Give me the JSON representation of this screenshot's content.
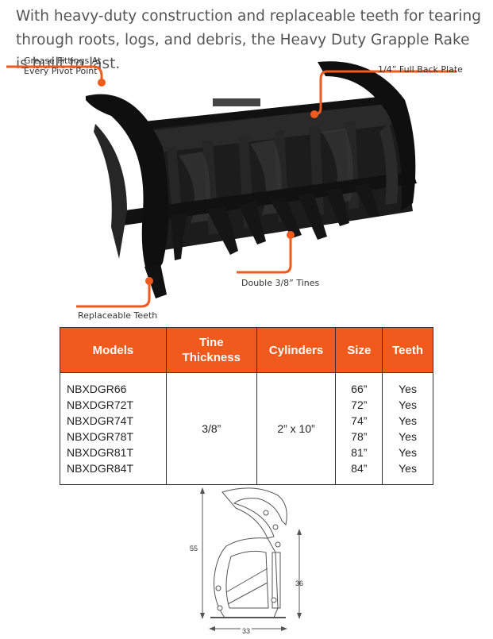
{
  "intro_text": "With heavy-duty construction and replaceable teeth for tearing through roots, logs, and debris, the Heavy Duty Grapple Rake is built to last.",
  "callouts": {
    "grease": [
      "Grease Fittings At",
      "Every Pivot Point"
    ],
    "back_plate": "1/4” Full Back Plate",
    "tines": "Double 3/8” Tines",
    "teeth": "Replaceable Teeth"
  },
  "colors": {
    "accent": "#f05a1c",
    "steel": "#1a1a1a"
  },
  "table": {
    "headers": [
      "Models",
      "Tine Thickness",
      "Cylinders",
      "Size",
      "Teeth"
    ],
    "header_tine_line1": "Tine",
    "header_tine_line2": "Thickness",
    "models": [
      "NBXDGR66",
      "NBXDGR72T",
      "NBXDGR74T",
      "NBXDGR78T",
      "NBXDGR81T",
      "NBXDGR84T"
    ],
    "tine_thickness": "3/8”",
    "cylinders": "2” x 10”",
    "sizes": [
      "66”",
      "72”",
      "74”",
      "78”",
      "81”",
      "84”"
    ],
    "teeth": [
      "Yes",
      "Yes",
      "Yes",
      "Yes",
      "Yes",
      "Yes"
    ]
  },
  "drawing": {
    "height_label": "55",
    "cylinder_label": "36",
    "depth_label": "33"
  }
}
